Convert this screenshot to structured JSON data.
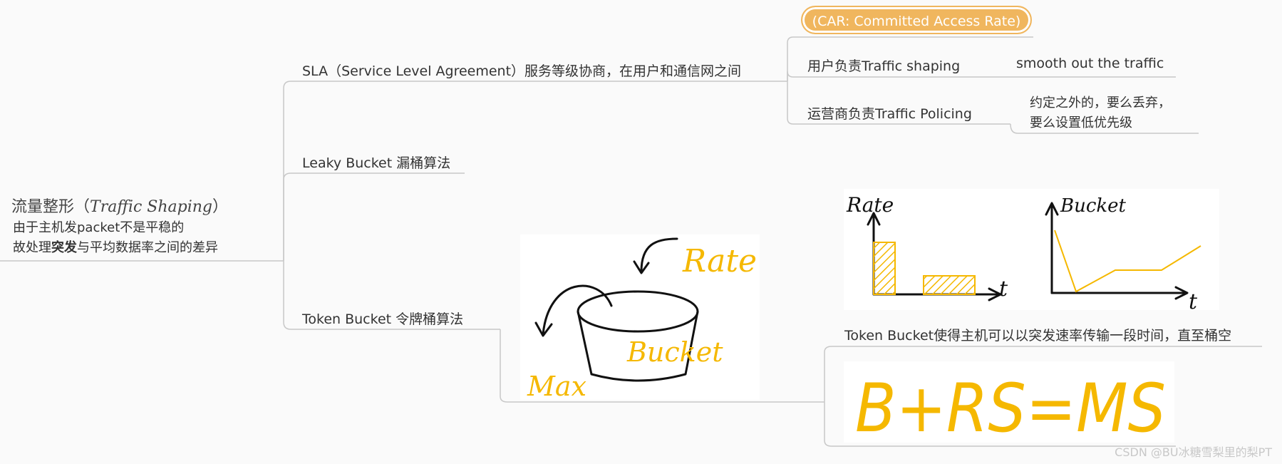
{
  "root": {
    "title_prefix": "流量整形（",
    "title_italic": "Traffic Shaping",
    "title_suffix": "）",
    "line1": "由于主机发packet不是平稳的",
    "line2_pre": "故处理",
    "line2_bold": "突发",
    "line2_post": "与平均数据率之间的差异"
  },
  "branches": {
    "sla": "SLA（Service Level Agreement）服务等级协商，在用户和通信网之间",
    "leaky": "Leaky Bucket 漏桶算法",
    "token": "Token Bucket 令牌桶算法"
  },
  "sla_children": {
    "car": "(CAR: Committed Access Rate)",
    "user_label": "用户负责Traffic shaping",
    "user_detail": "smooth out the traffic",
    "operator_label": "运营商负责Traffic Policing",
    "operator_detail_1": "约定之外的，要么丢弃，",
    "operator_detail_2": "要么设置低优先级"
  },
  "token_children": {
    "note": "Token Bucket使得主机可以以突发速率传输一段时间，直至桶空"
  },
  "sketches": {
    "bucket_rate": "Rate",
    "bucket_bucket": "Bucket",
    "bucket_max": "Max",
    "graph1_y": "Rate",
    "graph2_y": "Bucket",
    "axis_t": "t",
    "formula": "B+RS=MS"
  },
  "colors": {
    "accent": "#f0b65e",
    "handwriting": "#f5b800",
    "line": "#c8c8c8"
  },
  "watermark": "CSDN @BU冰糖雪梨里的梨PT"
}
